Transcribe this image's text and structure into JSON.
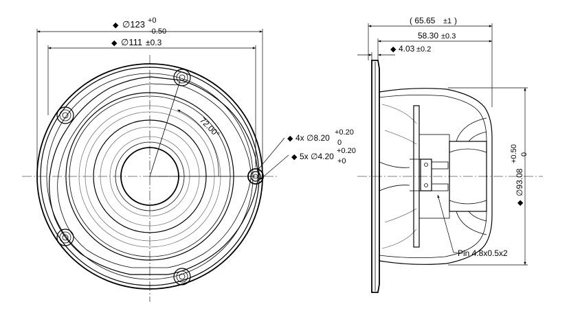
{
  "front_view": {
    "outer_diameter": {
      "symbol": "◆",
      "text": "∅123",
      "tol_upper": "+0",
      "tol_lower": "-0.50"
    },
    "hole_circle_diameter": {
      "symbol": "◆",
      "text": "∅111",
      "tol": "±0.3"
    },
    "angle_label": "72.00°",
    "mount_holes": {
      "symbol": "◆",
      "text": "4x ∅8.20",
      "tol_upper": "+0.20",
      "tol_lower": "0"
    },
    "small_holes": {
      "symbol": "◆",
      "text": "5x ∅4.20",
      "tol_upper": "+0.20",
      "tol_lower": "+0"
    }
  },
  "side_view": {
    "overall_depth": {
      "text": "( 65.65",
      "tol": "±1",
      "close": " )"
    },
    "depth_to_flange": {
      "text": "58.30",
      "tol": "±0.3"
    },
    "flange_thickness": {
      "symbol": "◆",
      "text": "4.03",
      "tol": "±0.2"
    },
    "magnet_diameter": {
      "symbol": "◆",
      "text": "∅93.08",
      "tol_upper": "+0.50",
      "tol_lower": "0"
    },
    "pin_label": "Pin 4.8x0.5x2"
  }
}
